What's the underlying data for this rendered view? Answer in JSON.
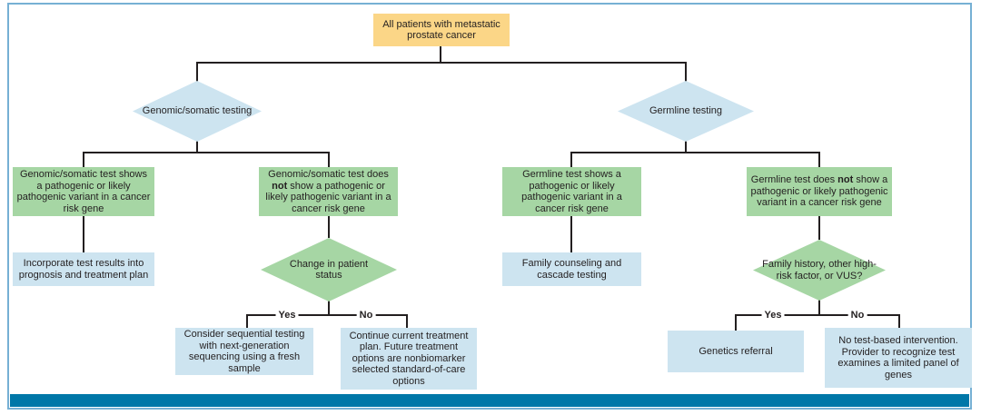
{
  "colors": {
    "root_fill": "#fbd687",
    "green_fill": "#a6d6a4",
    "blue_fill": "#cde4f0",
    "line": "#231f20",
    "footer_bar": "#0077a8",
    "frame_border": "#76b0d4"
  },
  "nodes": {
    "root": "All patients with metastatic prostate cancer",
    "somatic_decision": "Genomic/somatic testing",
    "germline_decision": "Germline testing",
    "somatic_positive": "Genomic/somatic test shows a pathogenic or likely pathogenic variant in a cancer risk gene",
    "somatic_negative_pre": "Genomic/somatic test does ",
    "somatic_negative_bold": "not",
    "somatic_negative_post": " show a pathogenic or likely pathogenic variant in a cancer risk gene",
    "germline_positive": "Germline test shows a pathogenic or likely pathogenic variant in a cancer risk gene",
    "germline_negative_pre": "Germline test does ",
    "germline_negative_bold": "not",
    "germline_negative_post": " show a pathogenic or likely pathogenic variant in a cancer risk gene",
    "incorporate_results": "Incorporate test results into prognosis and treatment plan",
    "change_in_status": "Change in patient status",
    "family_counseling": "Family counseling and cascade testing",
    "family_history": "Family history, other high-risk factor, or VUS?",
    "consider_sequential": "Consider sequential testing with next-generation sequencing using a fresh sample",
    "continue_treatment": "Continue current treatment plan. Future treatment options are nonbiomarker selected standard-of-care options",
    "genetics_referral": "Genetics referral",
    "no_test_intervention": "No test-based intervention. Provider to recognize test examines a limited panel of genes"
  },
  "edge_labels": {
    "somatic_yes": "Yes",
    "somatic_no": "No",
    "germline_yes": "Yes",
    "germline_no": "No"
  }
}
